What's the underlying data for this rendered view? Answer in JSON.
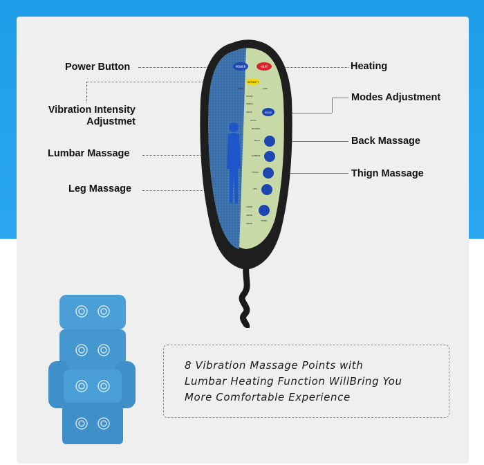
{
  "labels": {
    "power_button": "Power Button",
    "vibration_intensity_line1": "Vibration Intensity",
    "vibration_intensity_line2": "Adjustmet",
    "lumbar_massage": "Lumbar Massage",
    "leg_massage": "Leg Massage",
    "heating": "Heating",
    "modes_adjustment": "Modes Adjustment",
    "back_massage": "Back Massage",
    "thigh_massage": "Thign Massage"
  },
  "remote": {
    "power": "POWER",
    "heat": "HEAT",
    "intensity": "INTENSITY",
    "high": "HIGH",
    "low": "LOW",
    "modes": [
      "PULSE",
      "PRESS",
      "WAVE",
      "AUTO",
      "NORMAL"
    ],
    "mode": "MODE",
    "back": "BACK",
    "lumbar": "LUMBAR",
    "thigh": "THIGH",
    "leg": "LEG",
    "timers": [
      "15MIN",
      "30MIN",
      "60MIN"
    ],
    "timer": "TIMER"
  },
  "callout": {
    "line1": "8 Vibration Massage Points with",
    "line2": "Lumbar Heating Function WillBring You",
    "line3": "More Comfortable Experience"
  },
  "colors": {
    "background_blue": "#1e9ee8",
    "card_gray": "#efefef",
    "chair_blue": "#4a9fd6",
    "remote_panel": "#c8d9a8",
    "button_blue": "#1d47b0",
    "heat_red": "#d8232a",
    "intensity_yellow": "#f2d60f"
  }
}
